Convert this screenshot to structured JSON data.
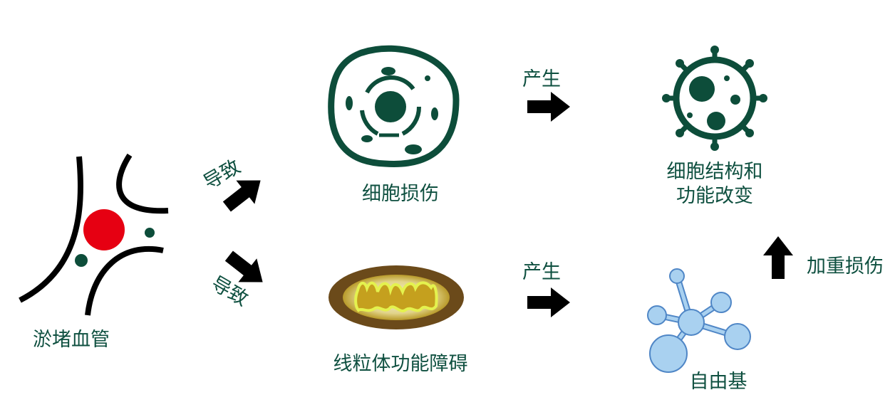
{
  "colors": {
    "text": "#0f5040",
    "icon_green": "#0d4d3a",
    "clot_red": "#e60012",
    "arrow": "#000000",
    "radical_blue": "#a9d1f0",
    "mito_brown": "#6b4a1a",
    "mito_yellow": "#d8e84a"
  },
  "nodes": {
    "blocked_vessel": "淤堵血管",
    "cell_damage": "细胞损伤",
    "mito_dysfunction": "线粒体功能障碍",
    "structure_change_line1": "细胞结构和",
    "structure_change_line2": "功能改变",
    "free_radical": "自由基"
  },
  "edges": {
    "leads_to_top": "导致",
    "leads_to_bottom": "导致",
    "produces_top": "产生",
    "produces_bottom": "产生",
    "aggravates": "加重损伤"
  },
  "icons": [
    "blood-vessel-icon",
    "cell-icon",
    "mitochondria-icon",
    "damaged-cell-icon",
    "free-radical-molecule-icon",
    "arrow-icon"
  ]
}
